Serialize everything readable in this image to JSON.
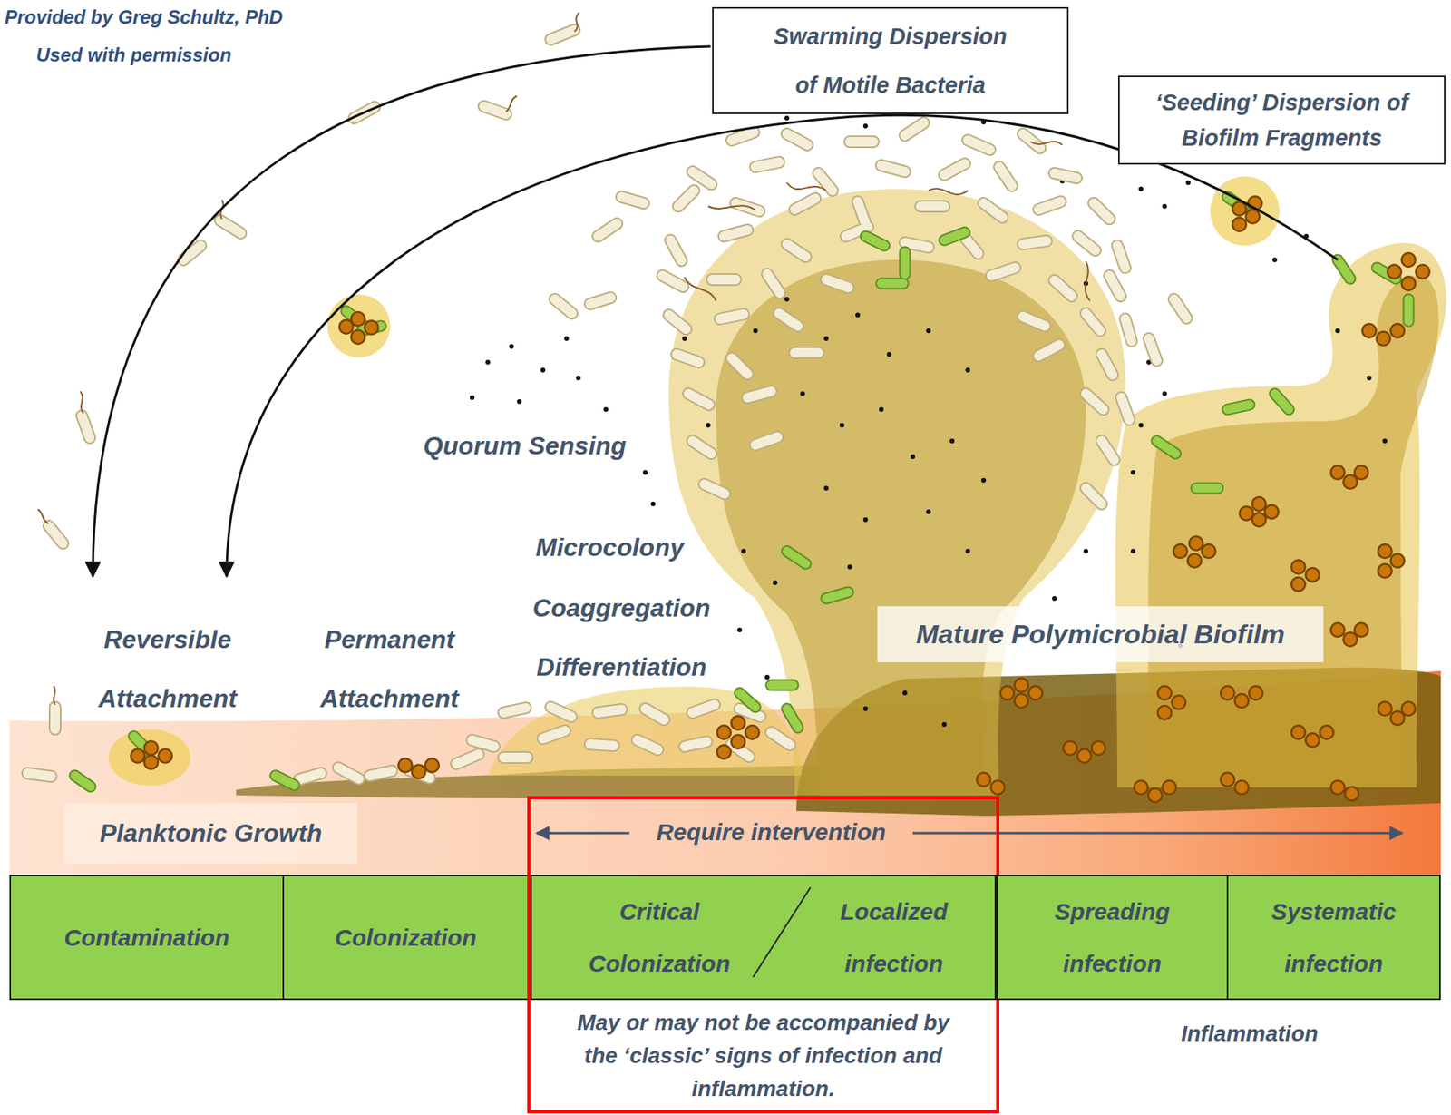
{
  "diagram": {
    "nodes": [
      {
        "text": [
          "Swarming Dispersion of Motile Bacteria"
        ]
      },
      {
        "text": [
          "‘Seeding’ Dispersion of Biofilm Fragments"
        ]
      },
      {
        "text": [
          "Contamination"
        ]
      },
      {
        "text": [
          "Colonization"
        ]
      },
      {
        "text": [
          "May or may not be accompanied by the ‘classic’ signs of infection and inflammation."
        ]
      },
      {
        "text": [
          "Critical Colonization",
          "Localized infection"
        ],
        "in": 4
      },
      {
        "text": [
          "Spreading infection"
        ]
      },
      {
        "text": [
          "Systematic infection"
        ]
      }
    ],
    "labels": [
      "Provided by Greg Schultz, PhD",
      "Used with permission",
      "Quorum Sensing",
      "Microcolony",
      "Coaggregation",
      "Differentiation",
      "Reversible Attachment",
      "Permanent Attachment",
      "Mature Polymicrobial Biofilm",
      "Planktonic Growth",
      "Require intervention",
      "Inflammation"
    ]
  }
}
